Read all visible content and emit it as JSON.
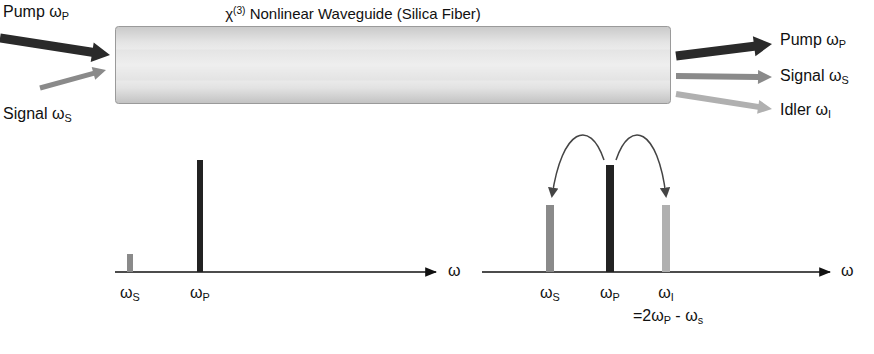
{
  "diagram": {
    "nodes": [
      {
        "text": [
          "χ(3) Nonlinear Waveguide (Silica Fiber)"
        ]
      }
    ],
    "labels": [
      "Pump ωP",
      "Signal ωS",
      "Pump ωP",
      "Signal ωS",
      "Idler ωI",
      "ωS",
      "ωP",
      "ω",
      "ωS",
      "ωP",
      "ωI",
      "=2ωP - ωs",
      "ω"
    ]
  }
}
